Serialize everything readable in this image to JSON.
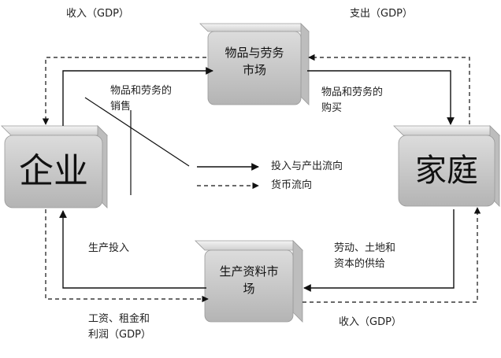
{
  "nodes": {
    "firm": "企业",
    "household": "家庭",
    "goods_market": "物品与劳务\n市场",
    "factor_market": "生产资料市\n场"
  },
  "labels": {
    "top_left_revenue": "收入（GDP）",
    "top_right_spending": "支出（GDP）",
    "goods_sold": "物品和劳务的\n销售",
    "goods_bought": "物品和劳务的\n购买",
    "production_inputs": "生产投入",
    "labor_land_capital": "劳动、土地和\n资本的供给",
    "wages_rent_profit": "工资、租金和\n利润（GDP）",
    "bottom_right_income": "收入（GDP）"
  },
  "legend": {
    "solid": "投入与产出流向",
    "dashed": "货币流向"
  },
  "colors": {
    "box_fill_light": "#e6e6e6",
    "box_fill_dark": "#a8a8a8",
    "line": "#111111"
  }
}
